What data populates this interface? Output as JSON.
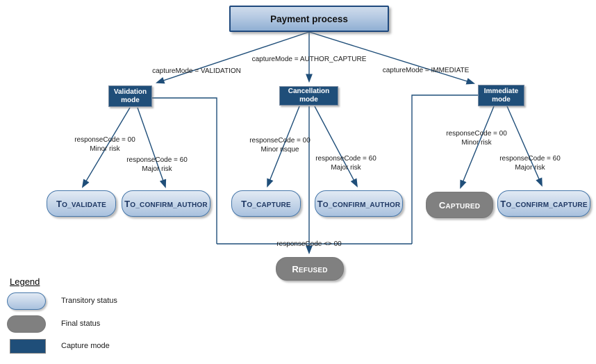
{
  "root": {
    "label": "Payment process"
  },
  "branches": [
    {
      "label": "captureMode = VALIDATION"
    },
    {
      "label": "captureMode = AUTHOR_CAPTURE"
    },
    {
      "label": "captureMode = IMMEDIATE"
    }
  ],
  "modes": [
    {
      "line1": "Validation",
      "line2": "mode"
    },
    {
      "line1": "Cancellation",
      "line2": "mode"
    },
    {
      "line1": "Immediate",
      "line2": "mode"
    }
  ],
  "edges": [
    {
      "line1": "responseCode = 00",
      "line2": "Minor risk"
    },
    {
      "line1": "responseCode = 60",
      "line2": "Major risk"
    },
    {
      "line1": "responseCode = 00",
      "line2": "Minor risque"
    },
    {
      "line1": "responseCode = 60",
      "line2": "Major risk"
    },
    {
      "line1": "responseCode = 00",
      "line2": "Minor risk"
    },
    {
      "line1": "responseCode = 60",
      "line2": "Major risk"
    }
  ],
  "refused_edge": {
    "label": "responseCode <> 00"
  },
  "statuses": [
    {
      "label": "TO_VALIDATE",
      "type": "transitory"
    },
    {
      "label": "TO_CONFIRM_AUTHOR",
      "type": "transitory"
    },
    {
      "label": "TO_CAPTURE",
      "type": "transitory"
    },
    {
      "label": "TO_CONFIRM_AUTHOR",
      "type": "transitory"
    },
    {
      "label": "CAPTURED",
      "type": "final"
    },
    {
      "label": "TO_CONFIRM_CAPTURE",
      "type": "transitory"
    },
    {
      "label": "REFUSED",
      "type": "final"
    }
  ],
  "legend": {
    "title": "Legend",
    "items": [
      {
        "label": "Transitory status"
      },
      {
        "label": "Final status"
      },
      {
        "label": "Capture mode"
      }
    ]
  },
  "colors": {
    "line": "#1F4E79",
    "mode_fill": "#1F4E79",
    "transitory_fill_top": "#e2eaf4",
    "transitory_fill_bottom": "#a9c1de",
    "transitory_border": "#4576a9",
    "transitory_text": "#1F3864",
    "final_fill": "#808080",
    "final_text": "#ffffff",
    "root_fill_top": "#cfdcec",
    "root_fill_bottom": "#8fafd3",
    "root_border": "#1F497D"
  }
}
